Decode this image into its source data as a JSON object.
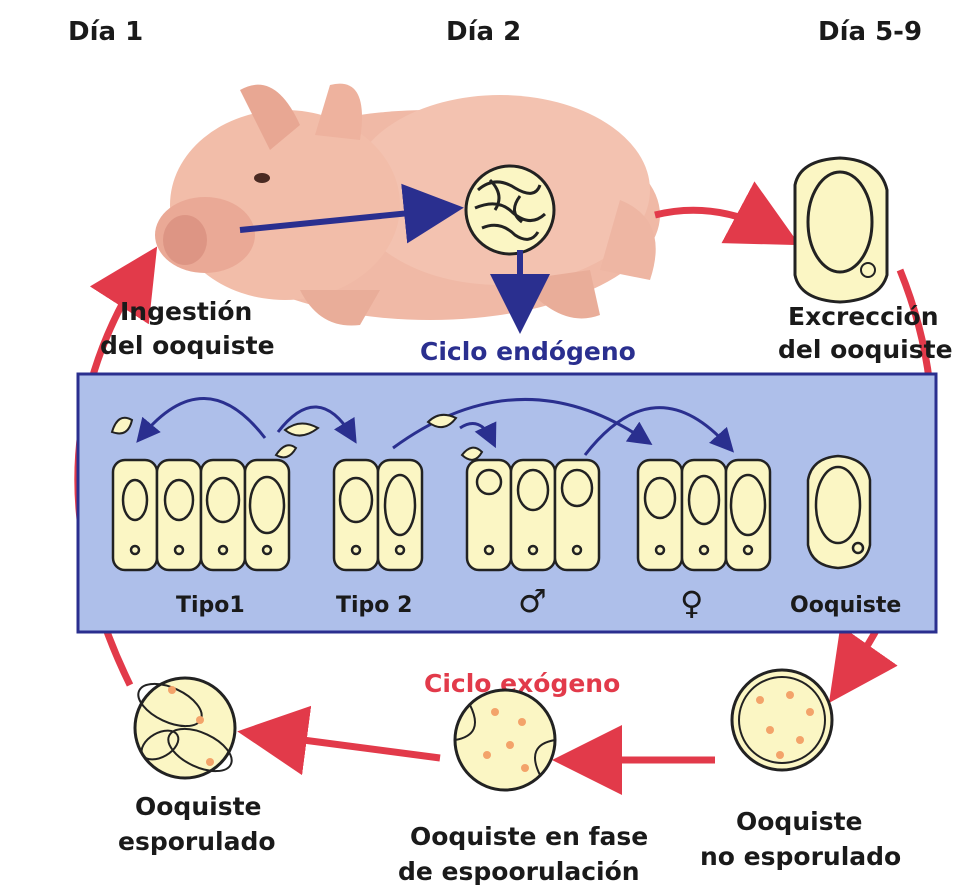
{
  "days": [
    "Día 1",
    "Día 2",
    "Día 5-9"
  ],
  "labels": {
    "ingestion": [
      "Ingestión",
      "del ooquiste"
    ],
    "excretion": [
      "Excrección",
      "del ooquiste"
    ],
    "endogenous": "Ciclo endógeno",
    "exogenous": "Ciclo exógeno",
    "type1": "Tipo1",
    "type2": "Tipo 2",
    "male": "♂",
    "female": "♀",
    "oocyst": "Ooquiste",
    "sporulated": [
      "Ooquiste",
      "esporulado"
    ],
    "sporulating": [
      "Ooquiste en fase",
      "de espoorulación"
    ],
    "unsporulated": [
      "Ooquiste",
      "no esporulado"
    ]
  },
  "colors": {
    "cycle_arrow": "#e23a4a",
    "endogenous_arrow": "#2a2f8f",
    "panel_fill": "#aebfea",
    "panel_border": "#2a2f8f",
    "cell_fill": "#fbf6c4",
    "pig_skin": "#f0b9a6",
    "orange_dots": "#f3a36a"
  }
}
